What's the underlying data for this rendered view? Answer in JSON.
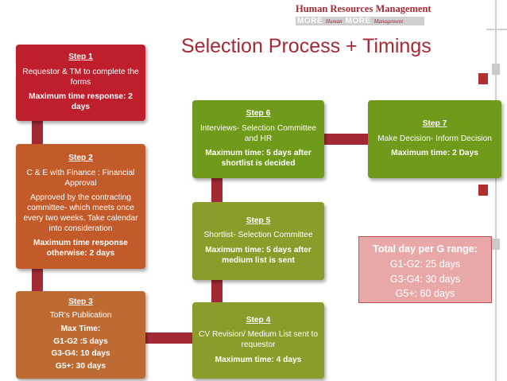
{
  "header": {
    "brand_title": "Human Resources Management",
    "brand_more_1": "MORE",
    "brand_human": "Human",
    "brand_more_2": "MORE",
    "brand_management": "Management",
    "page_title": "Selection Process + Timings"
  },
  "steps": [
    {
      "label": "Step 1",
      "body": "Requestor & TM to complete the forms",
      "strong": [
        "Maximum time response: 2 days"
      ]
    },
    {
      "label": "Step 2",
      "body": "C & E with Finance : Financial Approval",
      "body2": "Approved by the contracting committee- which meets once every two weeks. Take calendar into consideration",
      "strong": [
        "Maximum time response otherwise: 2 days"
      ]
    },
    {
      "label": "Step 3",
      "body": "ToR's Publication",
      "strong": [
        "Max Time:",
        "G1-G2 :5 days",
        "G3-G4: 10 days",
        "G5+: 30 days"
      ]
    },
    {
      "label": "Step 4",
      "body": "CV Revision/ Medium List sent to requestor",
      "strong": [
        "Maximum time: 4 days"
      ]
    },
    {
      "label": "Step 5",
      "body": "Shortlist- Selection Committee",
      "strong": [
        "Maximum time: 5 days after medium list is sent"
      ]
    },
    {
      "label": "Step 6",
      "body": "Interviews- Selection Committee and HR",
      "strong": [
        "Maximum time: 5 days after shortlist is decided"
      ]
    },
    {
      "label": "Step 7",
      "body": "Make Decision- Inform Decision",
      "strong": [
        "Maximum time: 2 Days"
      ]
    }
  ],
  "summary": {
    "title": "Total day per G range:",
    "lines": [
      "G1-G2: 25 days",
      "G3-G4: 30 days",
      "G5+: 60 days"
    ]
  },
  "colors": {
    "title": "#a32a35",
    "step1": "#bf1e2d",
    "step2": "#c35a2a",
    "step3": "#bd6a33",
    "step4_5": "#8c9c2a",
    "step6_7": "#6f9a1a",
    "summary_bg": "#e8a8a8"
  }
}
